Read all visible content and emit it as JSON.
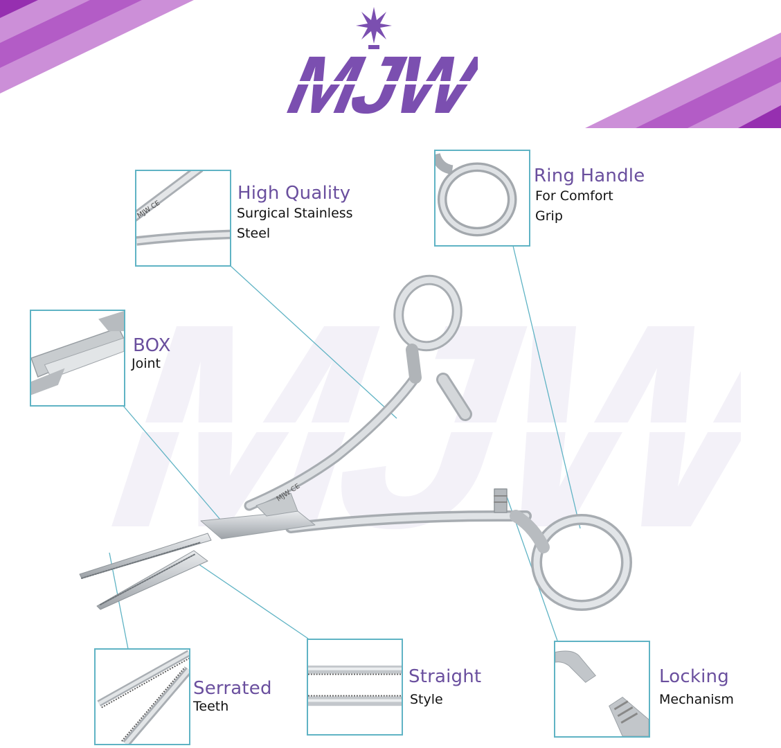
{
  "brand": {
    "logo_text": "MJW",
    "logo_icon": "star-icon",
    "watermark_text": "MJW",
    "instrument_stamp": "MJW CE"
  },
  "colors": {
    "brand_purple": "#7b4fb0",
    "title_purple": "#6a4f9e",
    "callout_line": "#5fb3c4",
    "stripe_light": "#cc8fd8",
    "stripe_mid": "#b35cc6",
    "stripe_dark": "#962fb0",
    "steel": "#c9ccd0"
  },
  "callouts": [
    {
      "id": "high-quality",
      "title": "High Quality",
      "lines": [
        "Surgical Stainless",
        "Steel"
      ]
    },
    {
      "id": "ring-handle",
      "title": "Ring Handle",
      "lines": [
        "For Comfort",
        "Grip"
      ]
    },
    {
      "id": "box-joint",
      "title": "BOX",
      "lines": [
        "Joint"
      ]
    },
    {
      "id": "serrated-teeth",
      "title": "Serrated",
      "lines": [
        "Teeth"
      ]
    },
    {
      "id": "straight-style",
      "title": "Straight",
      "lines": [
        "Style"
      ]
    },
    {
      "id": "locking-mechanism",
      "title": "Locking",
      "lines": [
        "Mechanism"
      ]
    }
  ]
}
